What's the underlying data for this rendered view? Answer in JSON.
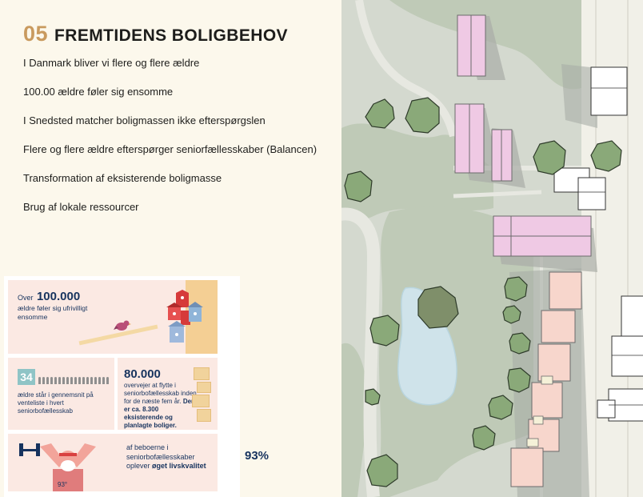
{
  "heading": {
    "number": "05",
    "title": "FREMTIDENS BOLIGBEHOV"
  },
  "bullets": [
    "I Danmark bliver vi flere og flere ældre",
    "100.00 ældre føler sig ensomme",
    "I Snedsted matcher boligmassen ikke efterspørgslen",
    "Flere og flere ældre efterspørger seniorfællesskaber (Balancen)",
    "Transformation af eksisterende boligmasse",
    "Brug af lokale ressourcer"
  ],
  "infographic": {
    "lonely": {
      "prefix": "Over",
      "value": "100.000",
      "text": "ældre føler sig ufrivilligt ensomme"
    },
    "waiting": {
      "value": "34",
      "text": "ældre står i gennemsnit på venteliste i hvert seniorbofællesskab"
    },
    "moving": {
      "value": "80.000",
      "text": "overvejer at flytte i seniorbofællesskab inden for de næste fem år.",
      "bold": "Der er ca. 8.300 eksisterende og planlagte boliger."
    },
    "quality": {
      "value": "93%",
      "text": "af beboerne i seniorbofællesskaber oplever",
      "bold": "øget livskvalitet",
      "shirt": "93°"
    }
  },
  "colors": {
    "accent": "#c99a5e",
    "navy": "#17335e",
    "panel": "#fbe9e3",
    "map_green": "#bfcab7",
    "building": "#efc9e4"
  }
}
